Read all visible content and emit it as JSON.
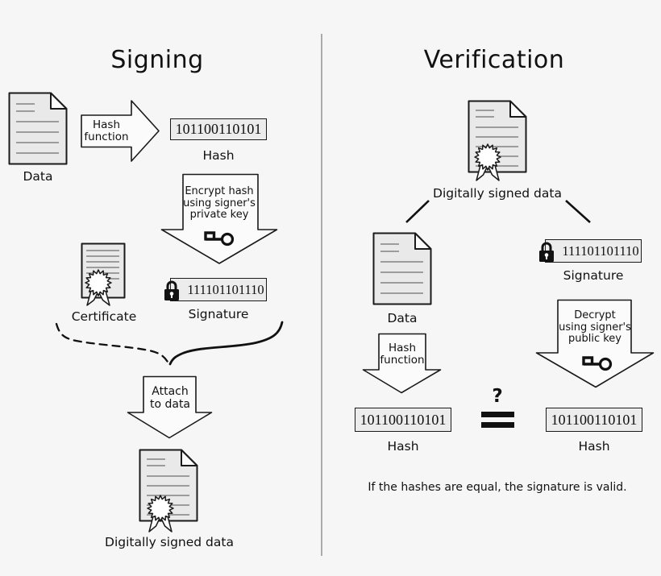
{
  "titles": {
    "signing": "Signing",
    "verification": "Verification"
  },
  "signing": {
    "data_label": "Data",
    "hash_arrow": {
      "line1": "Hash",
      "line2": "function"
    },
    "hash_value": "101100110101",
    "hash_label": "Hash",
    "encrypt_arrow": {
      "line1": "Encrypt hash",
      "line2": "using signer's",
      "line3": "private key"
    },
    "certificate_label": "Certificate",
    "signature_value": "111101101110",
    "signature_label": "Signature",
    "attach_arrow": {
      "line1": "Attach",
      "line2": "to data"
    },
    "signed_data_label": "Digitally signed data"
  },
  "verification": {
    "signed_data_label": "Digitally signed data",
    "data_label": "Data",
    "hash_arrow": {
      "line1": "Hash",
      "line2": "function"
    },
    "signature_value": "111101101110",
    "signature_label": "Signature",
    "decrypt_arrow": {
      "line1": "Decrypt",
      "line2": "using signer's",
      "line3": "public key"
    },
    "hash_left_value": "101100110101",
    "hash_left_label": "Hash",
    "hash_right_value": "101100110101",
    "hash_right_label": "Hash",
    "question_mark": "?",
    "conclusion": "If the hashes are equal, the signature is valid."
  },
  "icons": {
    "key": "skeleton-key-icon",
    "padlock": "padlock-icon",
    "seal": "rosette-seal-icon",
    "document": "document-page-icon"
  },
  "colors": {
    "background": "#f6f6f6",
    "stroke": "#1a1a1a",
    "black": "#111111",
    "doc_fill": "#e9e9e9",
    "box_fill": "#ececec",
    "arrow_fill": "#fbfbfb",
    "line_gray": "#909090",
    "divider": "#ababab"
  }
}
